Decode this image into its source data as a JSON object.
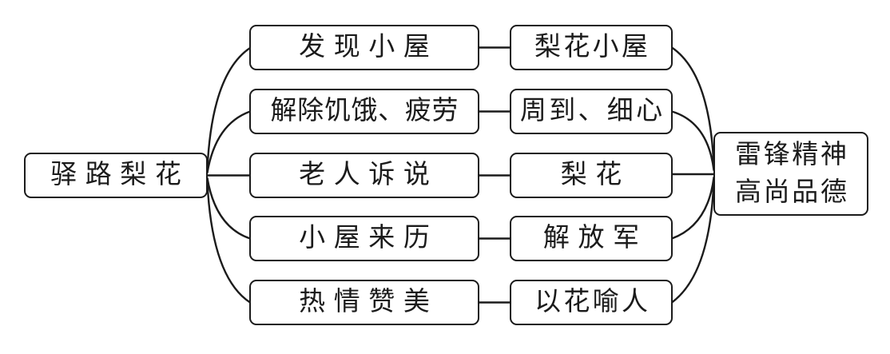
{
  "diagram": {
    "title_implicit": "驿路梨花",
    "root": {
      "label": "驿路梨花"
    },
    "rows": [
      {
        "event": "发现小屋",
        "detail": "梨花小屋"
      },
      {
        "event": "解除饥饿、疲劳",
        "detail": "周到、细心"
      },
      {
        "event": "老人诉说",
        "detail": "梨花"
      },
      {
        "event": "小屋来历",
        "detail": "解放军"
      },
      {
        "event": "热情赞美",
        "detail": "以花喻人"
      }
    ],
    "conclusion": {
      "line1": "雷锋精神",
      "line2": "高尚品德"
    },
    "colors": {
      "stroke": "#1b1b1b",
      "background": "#ffffff"
    }
  }
}
